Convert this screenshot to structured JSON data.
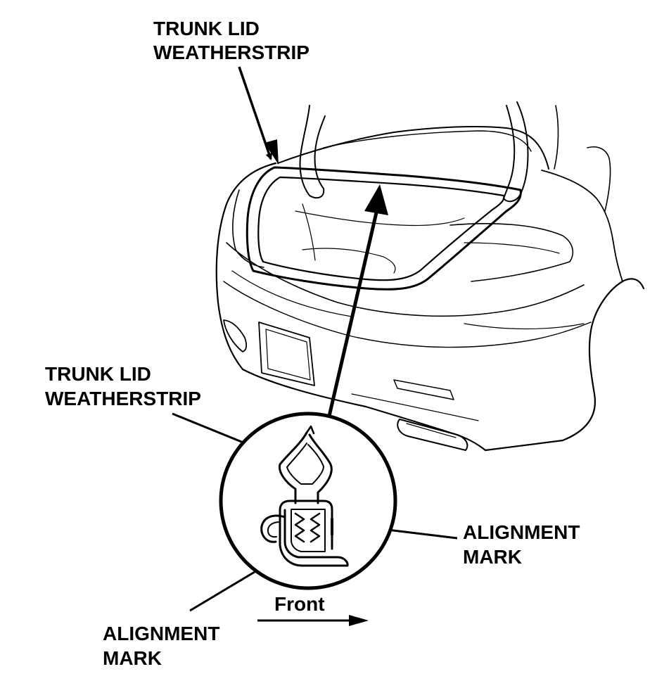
{
  "labels": {
    "top_weatherstrip_line1": "TRUNK LID",
    "top_weatherstrip_line2": "WEATHERSTRIP",
    "mid_weatherstrip_line1": "TRUNK LID",
    "mid_weatherstrip_line2": "WEATHERSTRIP",
    "right_mark_line1": "ALIGNMENT",
    "right_mark_line2": "MARK",
    "bottom_mark_line1": "ALIGNMENT",
    "bottom_mark_line2": "MARK",
    "direction": "Front"
  },
  "colors": {
    "ink": "#000000",
    "paper": "#ffffff"
  },
  "icons": {
    "direction_arrow": "arrow-right-icon",
    "callout_arrows": "arrow-icon"
  }
}
